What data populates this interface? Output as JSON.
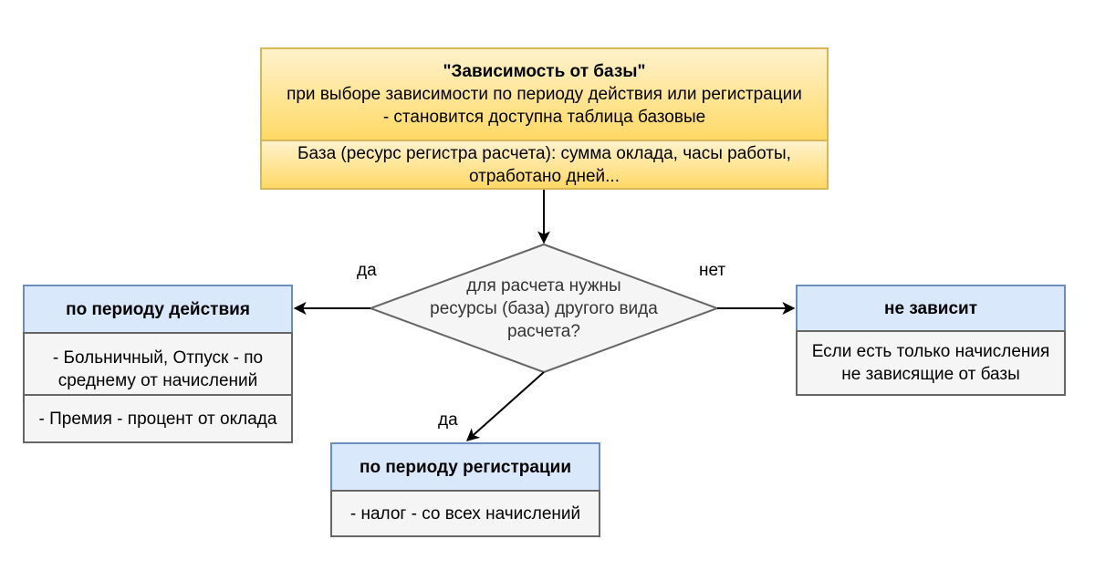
{
  "top": {
    "title": "\"Зависимость от базы\"",
    "line2": "при выборе зависимости по периоду действия или регистрации",
    "line3": "- становится доступна таблица базовые",
    "body_line1": "База (ресурс регистра расчета): сумма оклада, часы работы,",
    "body_line2": "отработано дней..."
  },
  "decision": {
    "line1": "для расчета нужны",
    "line2": "ресурсы (база) другого вида",
    "line3": "расчета?"
  },
  "edges": {
    "left_label": "да",
    "right_label": "нет",
    "bottom_label": "да"
  },
  "left": {
    "title": "по периоду действия",
    "item1_line1": "- Больничный, Отпуск - по",
    "item1_line2": "среднему от начислений",
    "item2": "- Премия - процент от оклада"
  },
  "right": {
    "title": "не зависит",
    "body_line1": "Если есть только начисления",
    "body_line2": "не зависящие от базы"
  },
  "bottom": {
    "title": "по периоду регистрации",
    "body": "- налог - со всех начислений"
  },
  "colors": {
    "yellow_fill_top": "#fff2cc",
    "yellow_fill_bottom": "#ffd966",
    "yellow_stroke": "#d6b656",
    "blue_fill": "#dae8fc",
    "blue_stroke": "#6c8ebf",
    "grey_fill": "#f5f5f5",
    "grey_stroke": "#666666"
  }
}
